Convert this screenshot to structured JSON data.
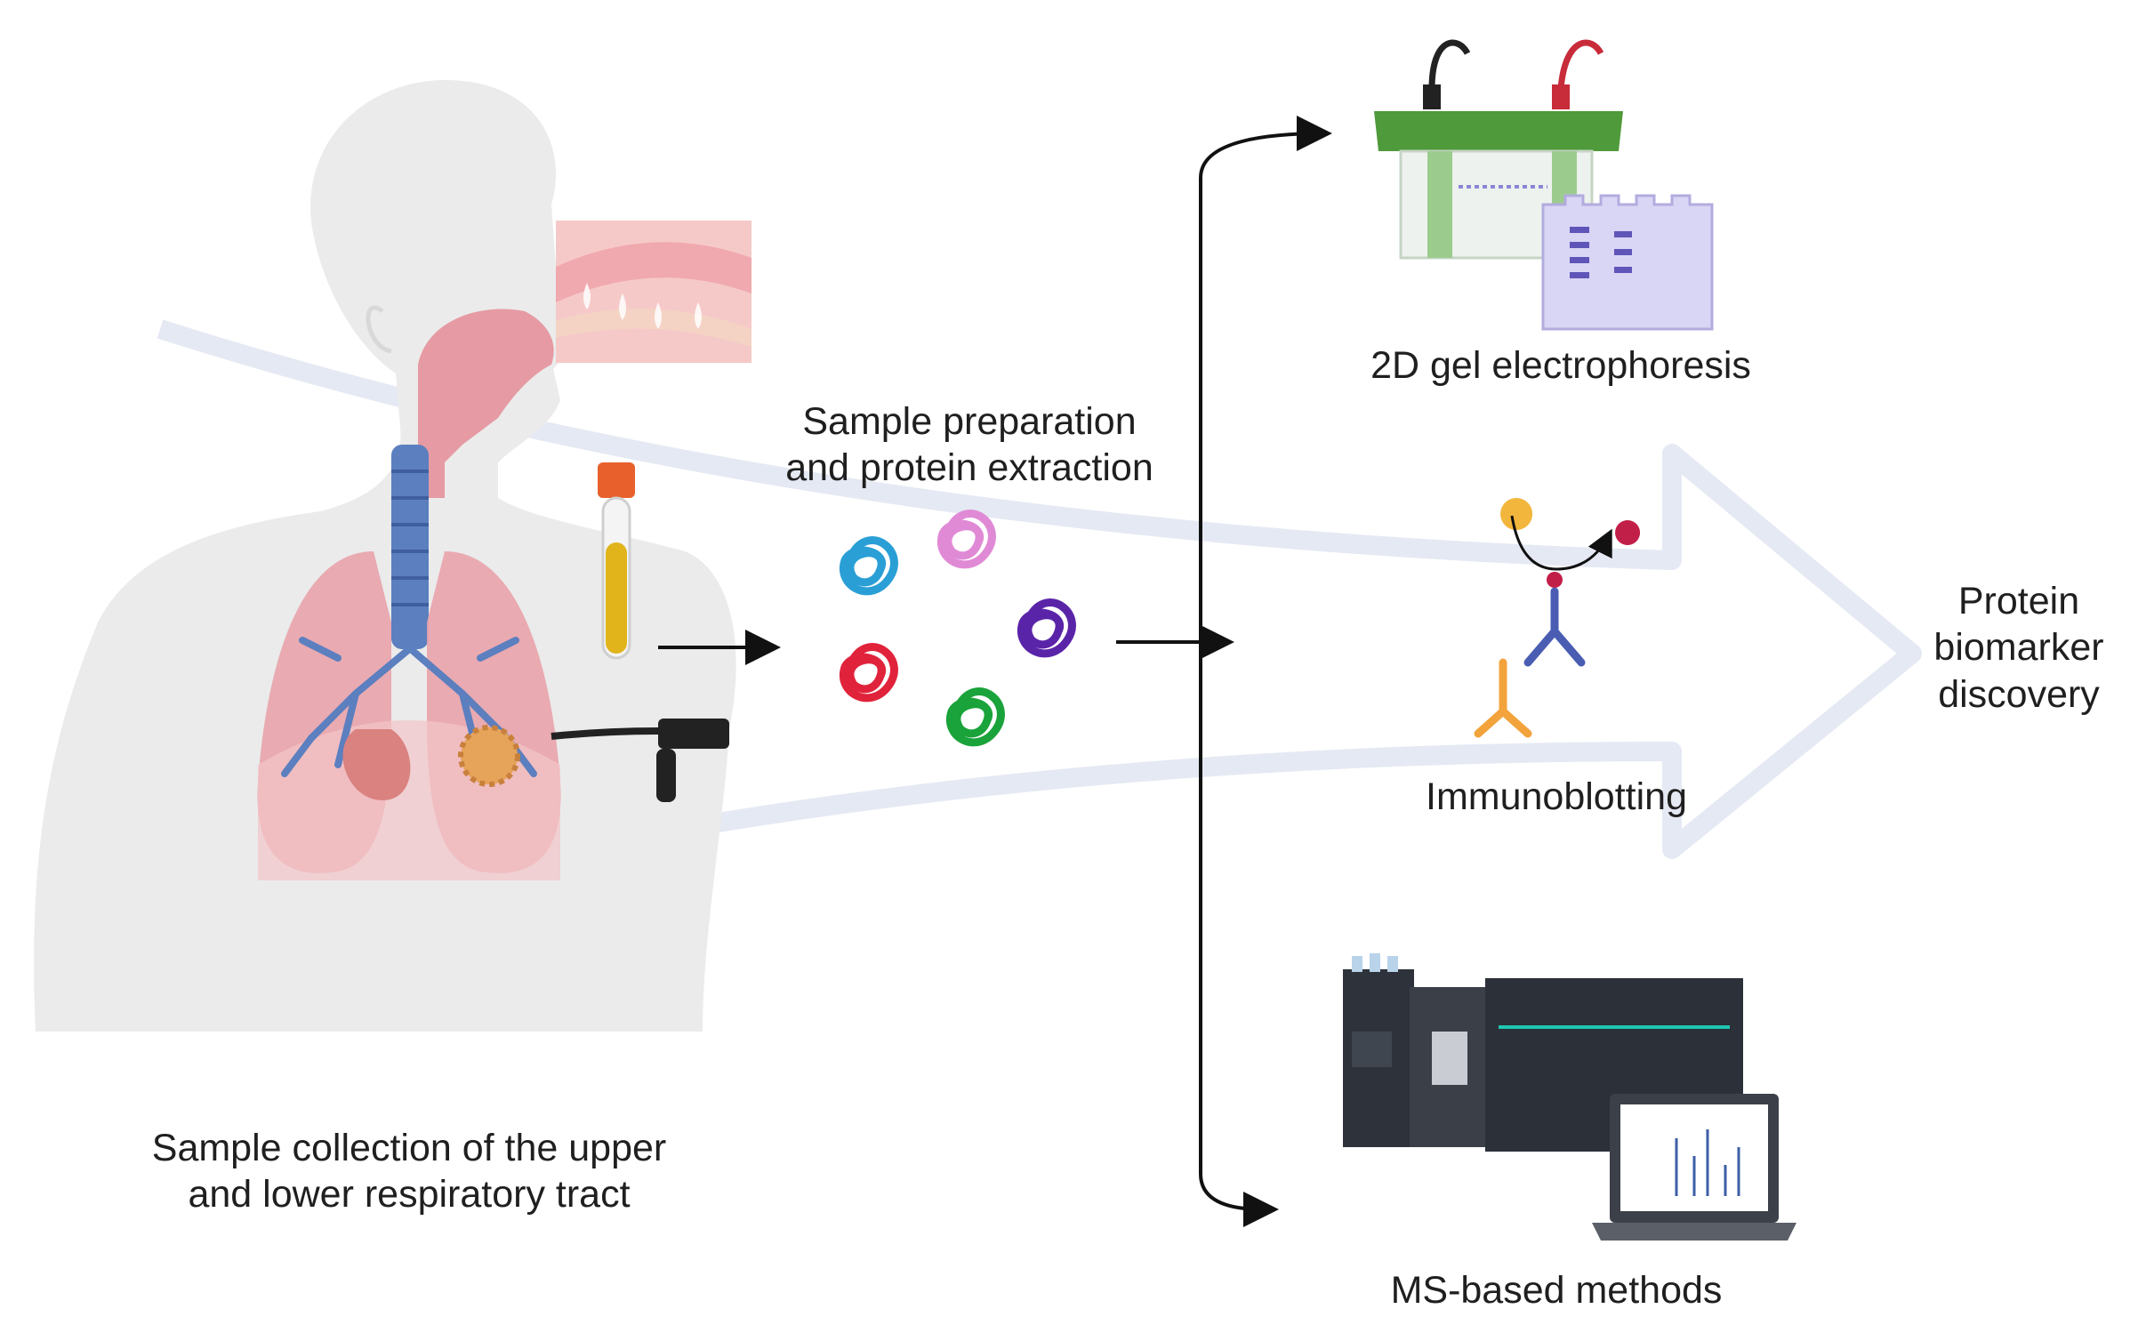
{
  "labels": {
    "collection": [
      "Sample collection of the upper",
      "and lower respiratory tract"
    ],
    "preparation": [
      "Sample preparation",
      "and protein extraction"
    ],
    "gel": "2D gel electrophoresis",
    "immuno": "Immunoblotting",
    "ms": "MS-based methods",
    "discovery": [
      "Protein",
      "biomarker",
      "discovery"
    ]
  },
  "icons": [
    "human-respiratory-anatomy-icon",
    "nasal-mucosa-inset-icon",
    "sample-tube-icon",
    "bronchoscope-icon",
    "protein-coils-icon",
    "gel-electrophoresis-tank-icon",
    "gel-plate-icon",
    "antibody-icon",
    "mass-spectrometer-icon",
    "laptop-spectrum-icon",
    "flow-arrow-icon"
  ],
  "colors": {
    "silhouette": "#ebebeb",
    "lungs": "#e9a3ab",
    "trachea": "#5b7fbf",
    "tube_cap": "#e8612c",
    "tube_fluid": "#e2b41c",
    "gel_frame": "#4f9a3b",
    "gel_plate": "#cfcaf0",
    "antibody_blue": "#4a5db3",
    "antibody_orange": "#f2a33c",
    "instrument": "#2e333b",
    "big_arrow": "#e5e9f3",
    "protein_colors": [
      "#2a9fd6",
      "#e08ad6",
      "#e0233b",
      "#1aa33a",
      "#5a24a8"
    ]
  }
}
